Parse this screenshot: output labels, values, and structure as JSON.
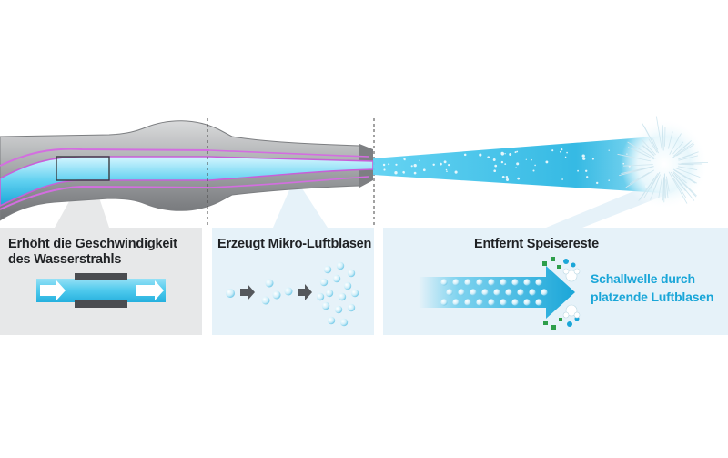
{
  "panels": {
    "speed": {
      "title_line1": "Erhöht die Geschwindigkeit",
      "title_line2": "des Wasserstrahls"
    },
    "bubbles": {
      "title": "Erzeugt Mikro-Luftblasen"
    },
    "clean": {
      "title": "Entfernt Speisereste",
      "label_line1": "Schallwelle durch",
      "label_line2": "platzende Luftblasen"
    }
  },
  "colors": {
    "water": "#3fc4ea",
    "accent": "#1aa6d8",
    "nozzle": "#9a9c9f",
    "gray_panel": "#e7e8e9",
    "blue_panel": "#e6f2f9",
    "magenta": "#d36ee0",
    "green": "#2e9e4b"
  }
}
